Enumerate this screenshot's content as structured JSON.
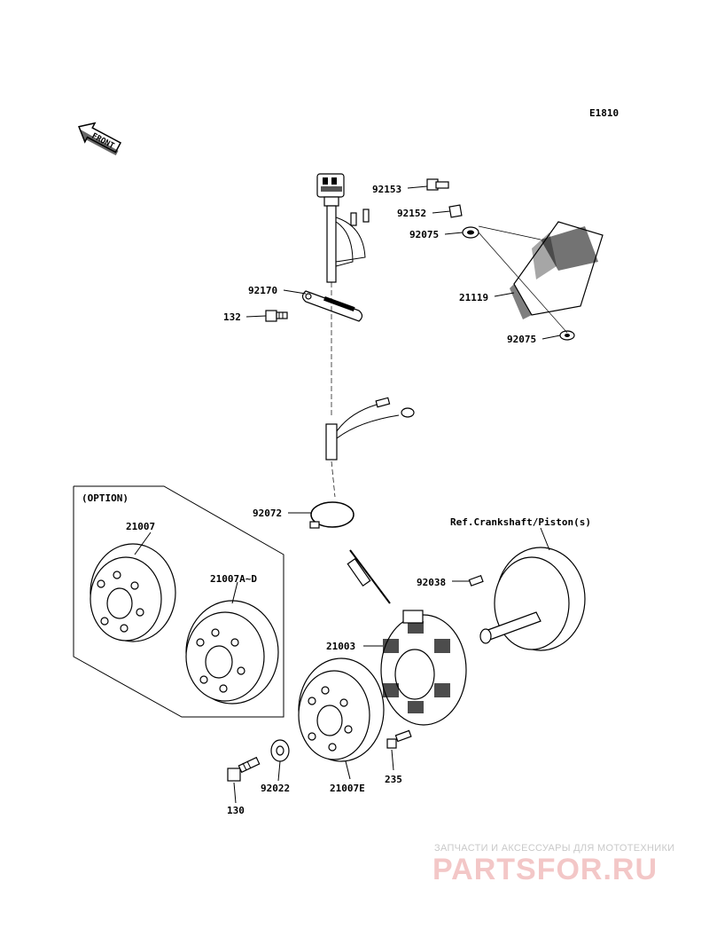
{
  "diagram_code": "E1810",
  "front_marker": "FRONT",
  "option_box": {
    "title": "(OPTION)"
  },
  "parts": {
    "p92153": "92153",
    "p92152": "92152",
    "p92075a": "92075",
    "p21119": "21119",
    "p92075b": "92075",
    "p92170": "92170",
    "p132": "132",
    "p92072": "92072",
    "p21007": "21007",
    "p21007AD": "21007A~D",
    "p92038": "92038",
    "p21003": "21003",
    "p235": "235",
    "p130": "130",
    "p92022": "92022",
    "p21007E": "21007E"
  },
  "reference": "Ref.Crankshaft/Piston(s)",
  "watermark": {
    "subtitle": "ЗАПЧАСТИ И АКСЕССУАРЫ ДЛЯ МОТОТЕХНИКИ",
    "logo": "PARTSFOR.RU"
  }
}
